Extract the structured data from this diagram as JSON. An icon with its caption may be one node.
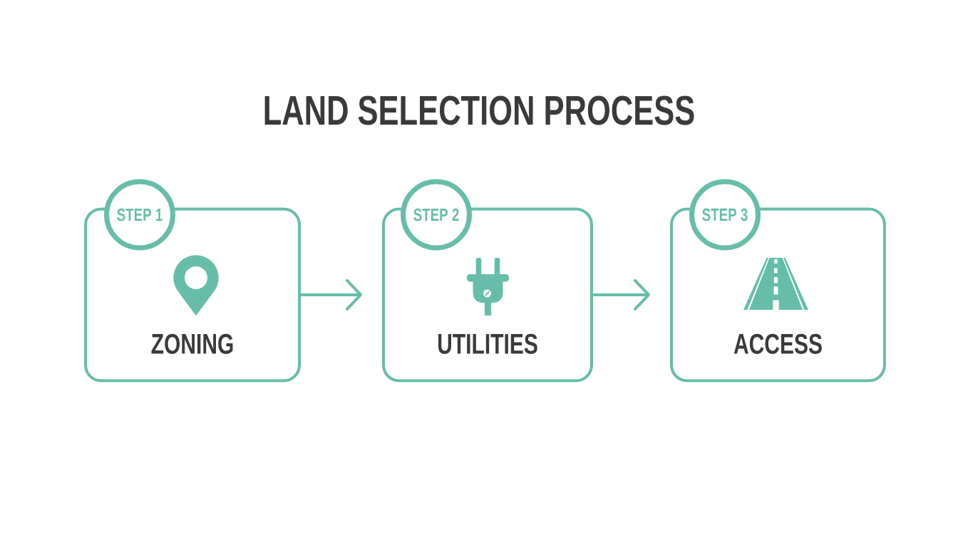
{
  "diagram": {
    "title": "LAND SELECTION PROCESS",
    "nodes": [
      {
        "text": [
          "STEP 1"
        ]
      },
      {
        "text": [
          "ZONING"
        ]
      },
      {
        "text": [
          "STEP 2"
        ]
      },
      {
        "text": [
          "UTILITIES"
        ]
      },
      {
        "text": [
          "STEP 3"
        ]
      },
      {
        "text": [
          "ACCESS"
        ]
      }
    ],
    "edges": [
      {
        "from": 1,
        "to": 3,
        "arrow": "to"
      },
      {
        "from": 3,
        "to": 5,
        "arrow": "to"
      }
    ]
  }
}
